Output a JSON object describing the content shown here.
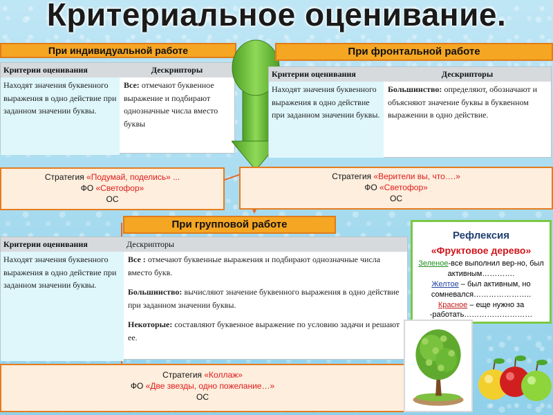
{
  "title": "Критериальное оценивание.",
  "individual": {
    "header": "При индивидуальной работе",
    "col_criteria": "Критерии оценивания",
    "col_descriptors": "Дескрипторы",
    "criteria": "Находят значения буквенного выражения в одно действие при заданном значении буквы.",
    "desc_bold": "Все:",
    "desc_text": " отмечают буквенное выражение и подбирают однозначные числа вместо буквы"
  },
  "frontal": {
    "header": "При фронтальной работе",
    "col_criteria": "Критерии оценивания",
    "col_descriptors": "Дескрипторы",
    "criteria": "Находят значения буквенного выражения в одно действие при заданном значении буквы.",
    "desc_bold": "Большинство:",
    "desc_text": " определяют, обозначают и объясняют значение буквы в буквенном выражении в одно действие."
  },
  "strategy_left": {
    "prefix": "Стратегия ",
    "name": "«Подумай, поделись» ...",
    "fo_prefix": "ФО ",
    "fo_name": "«Светофор»",
    "os": "ОС"
  },
  "strategy_right": {
    "prefix": "Стратегия ",
    "name": "«Верители вы, что….»",
    "fo_prefix": "ФО ",
    "fo_name": "«Светофор»",
    "os": "ОС"
  },
  "group": {
    "header": "При групповой работе",
    "col_criteria": "Критерии оценивания",
    "col_descriptors": "Дескрипторы",
    "criteria": "Находят значения буквенного выражения в одно действие при заданном значении буквы.",
    "d1_bold": "Все :",
    "d1_text": "  отмечают буквенные выражения и подбирают однозначные числа вместо букв.",
    "d2_bold": "Большинство:",
    "d2_text": " вычисляют значение буквенного выражения в одно действие при заданном значении буквы.",
    "d3_bold": "Некоторые:",
    "d3_text": " составляют буквенное выражение по условию задачи и  решают ее."
  },
  "strategy_bottom": {
    "prefix": "Стратегия ",
    "name": "«Коллаж»",
    "fo_prefix": "ФО ",
    "fo_name": "«Две звезды, одно пожелание…»",
    "os": "ОС"
  },
  "reflection": {
    "title": "Рефлексия",
    "subtitle": "«Фруктовое дерево»",
    "green_label": "Зеленое",
    "green_text": "-все  выполнил вер-но, был активным………….",
    "yellow_label": "Желтое",
    "yellow_text": " –  был активным, но сомневался…………………..",
    "red_label": "Красное",
    "red_text": " –  еще нужно за -работать………………………"
  },
  "colors": {
    "orange": "#f5a623",
    "arrow_green": "#6fbf3a",
    "arrow_orange": "#e8662a",
    "reflection_border": "#7ac943"
  }
}
